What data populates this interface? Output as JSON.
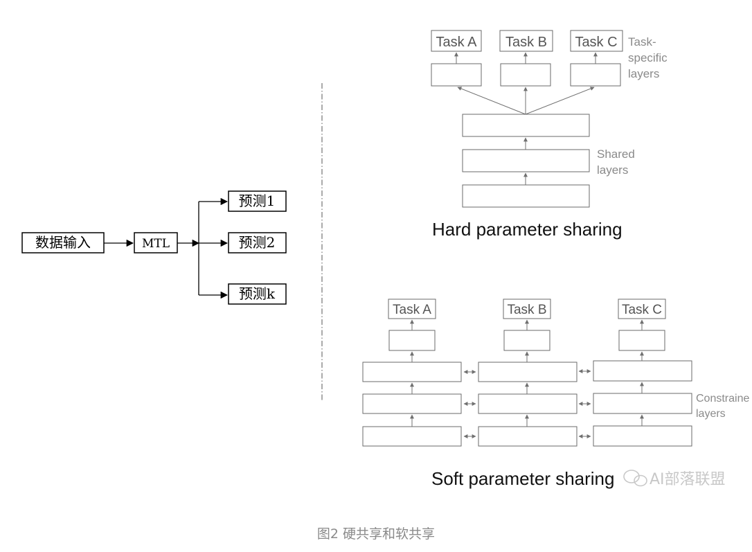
{
  "left_diagram": {
    "input_label": "数据输入",
    "model_label": "MTL",
    "outputs": [
      "预测1",
      "预测2",
      "预测k"
    ]
  },
  "hard_sharing": {
    "tasks": [
      "Task A",
      "Task B",
      "Task C"
    ],
    "task_specific_note": [
      "Task-",
      "specific",
      "layers"
    ],
    "shared_note": [
      "Shared",
      "layers"
    ],
    "title": "Hard parameter sharing"
  },
  "soft_sharing": {
    "tasks": [
      "Task A",
      "Task B",
      "Task C"
    ],
    "constrained_note": [
      "Constraine",
      "layers"
    ],
    "title": "Soft parameter sharing"
  },
  "watermark": "AI部落联盟",
  "caption": "图2 硬共享和软共享",
  "colors": {
    "line": "#707070",
    "box": "#6a6a6a",
    "caption": "#8a8a8a"
  }
}
